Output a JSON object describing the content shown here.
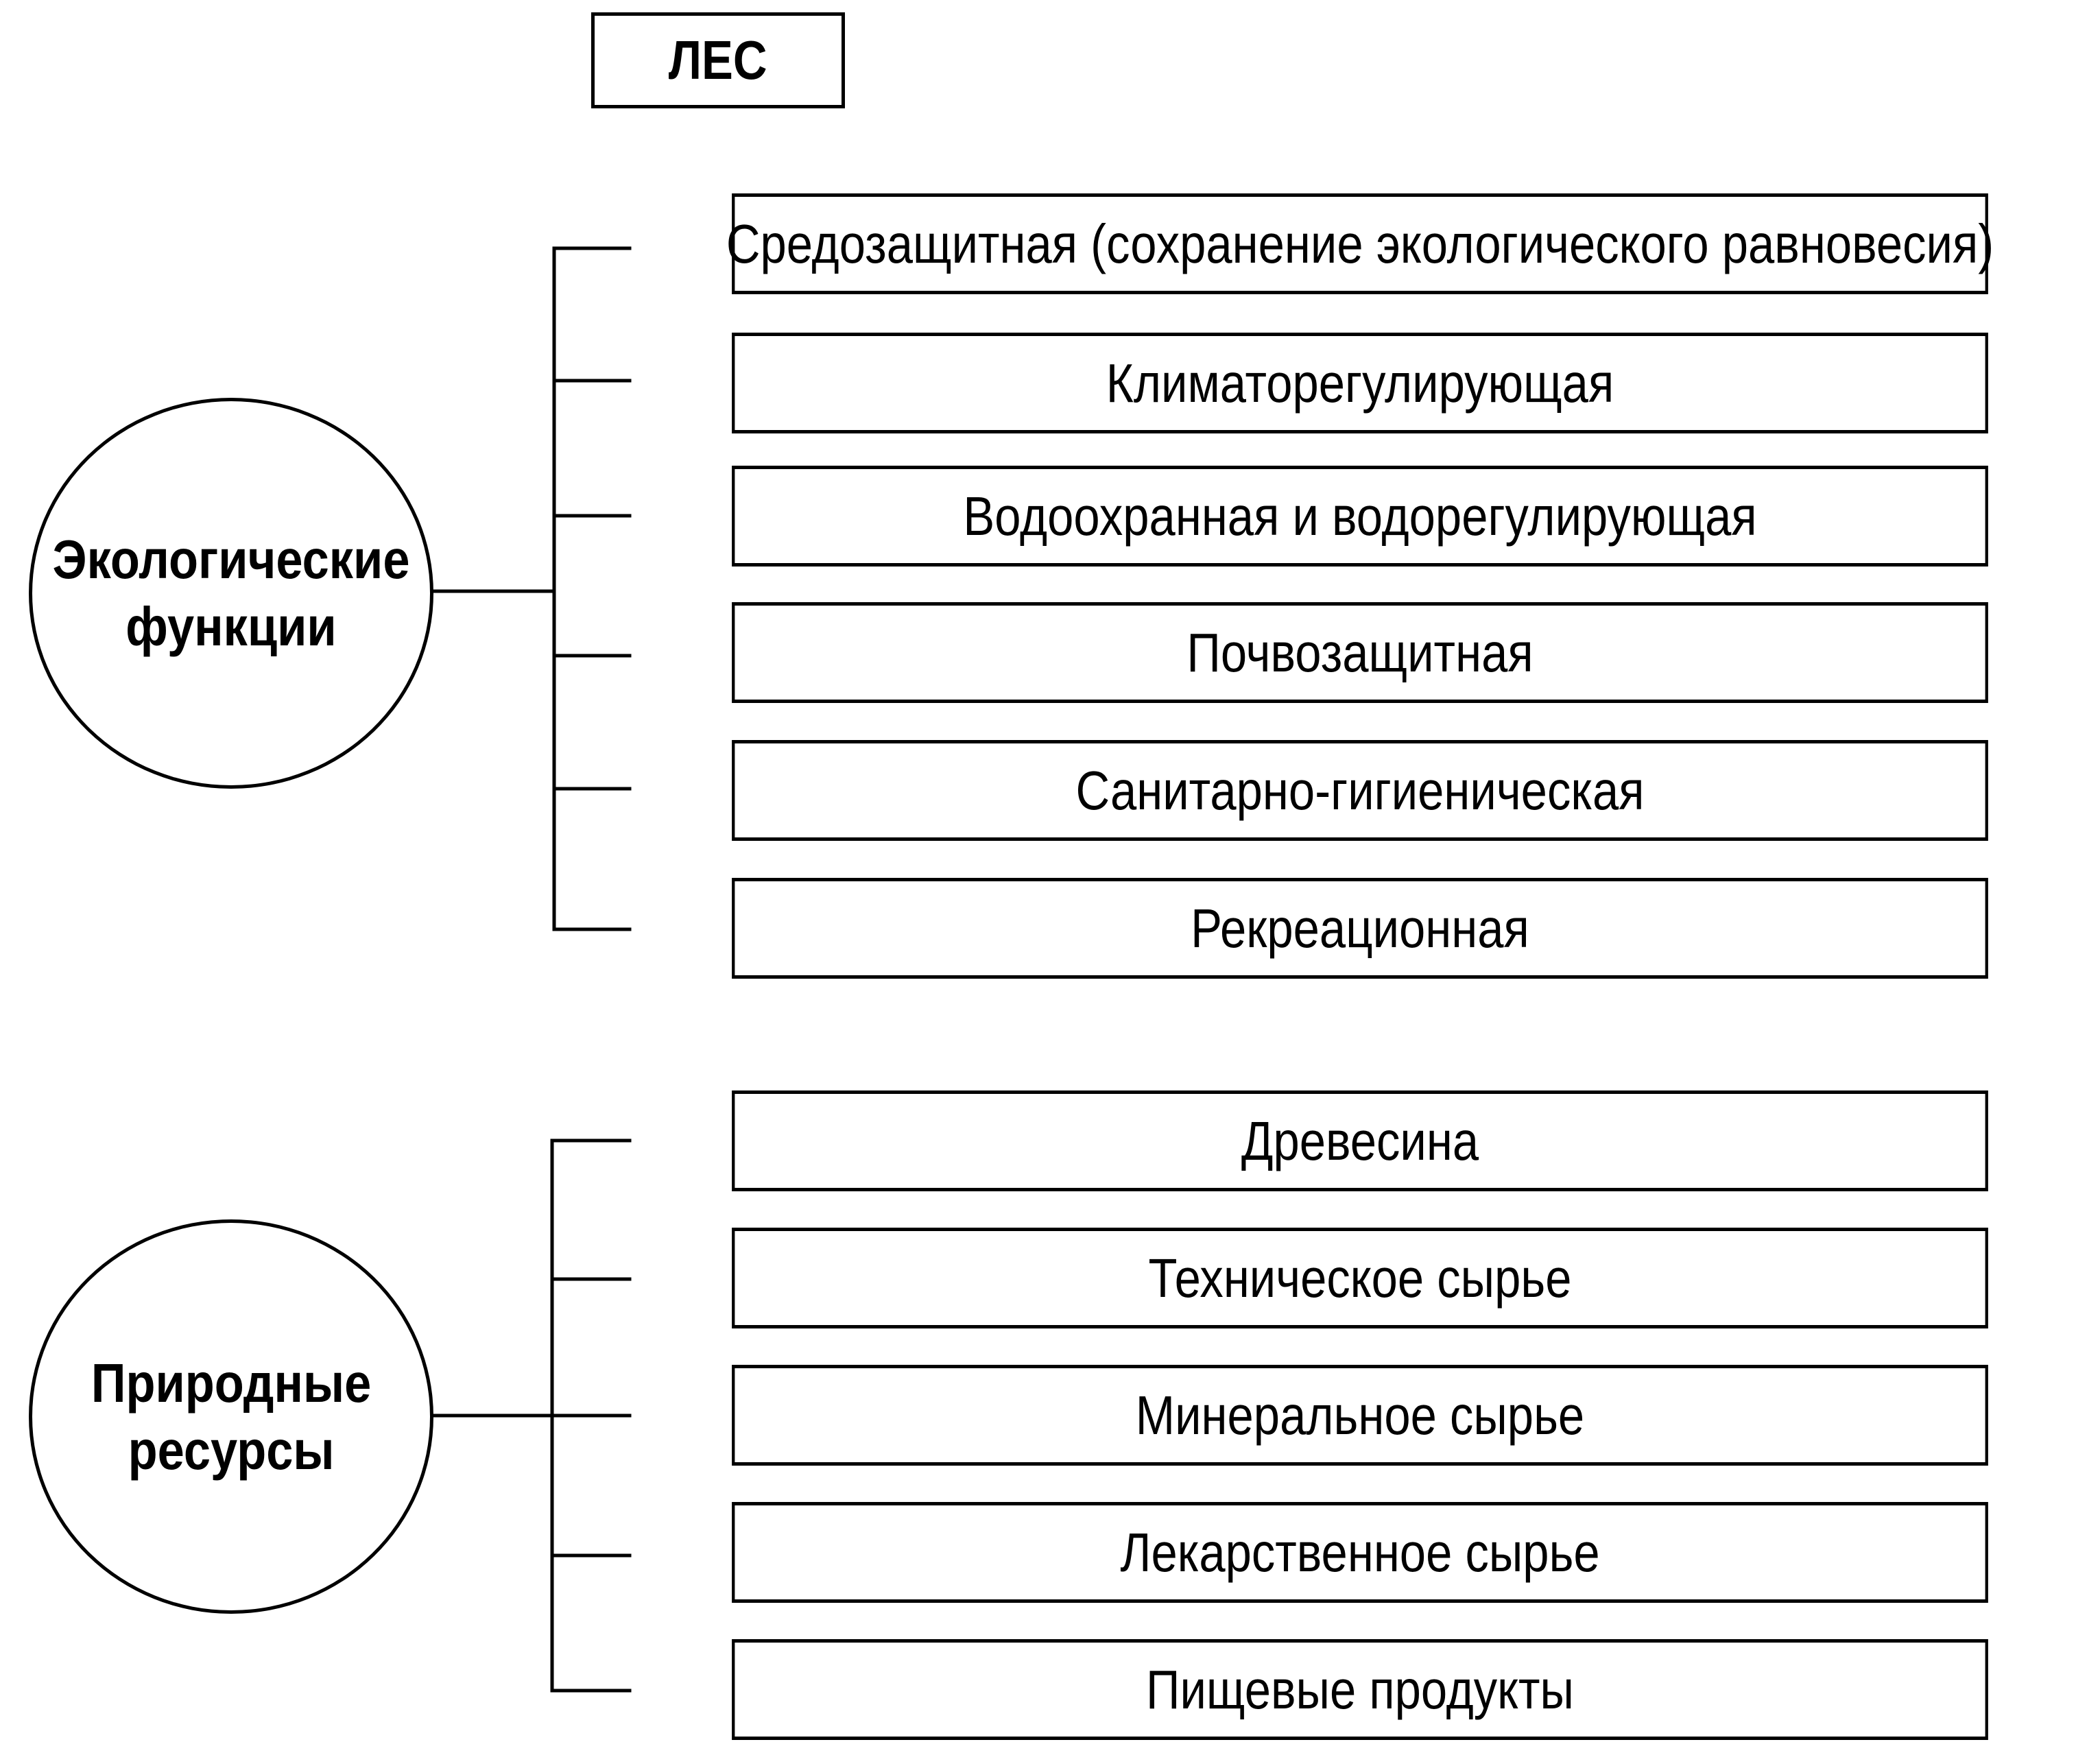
{
  "title": "ЛЕС",
  "groups": [
    {
      "label_line1": "Экологические",
      "label_line2": "функции",
      "items": [
        "Средозащитная (сохранение экологического равновесия)",
        "Климаторегулирующая",
        "Водоохранная и водорегулирующая",
        "Почвозащитная",
        "Санитарно-гигиеническая",
        "Рекреационная"
      ]
    },
    {
      "label_line1": "Природные",
      "label_line2": "ресурсы",
      "items": [
        "Древесина",
        "Техническое сырье",
        "Минеральное сырье",
        "Лекарственное сырье",
        "Пищевые продукты"
      ]
    }
  ]
}
